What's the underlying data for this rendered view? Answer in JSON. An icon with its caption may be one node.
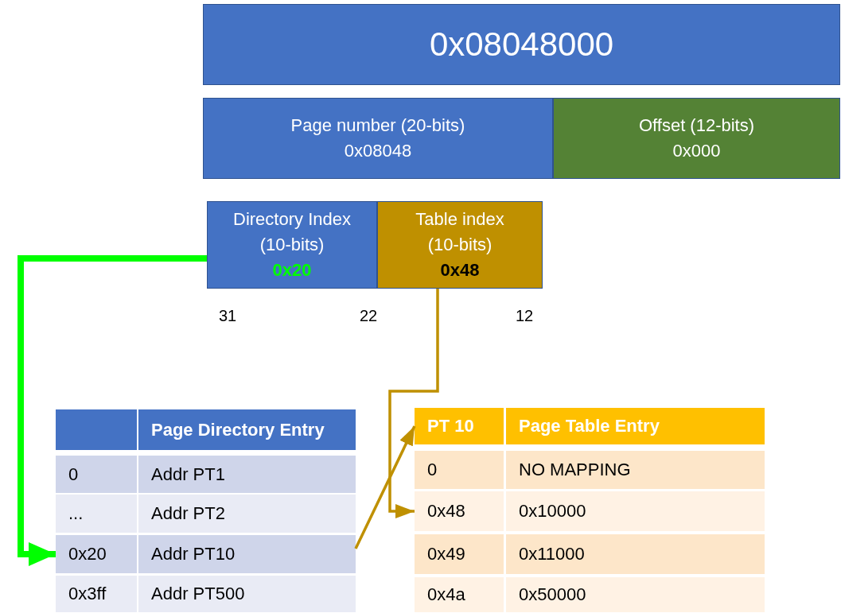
{
  "diagram": {
    "nodes": [
      {
        "text": [
          "0x08048000"
        ]
      },
      {
        "text": [
          "Page number (20-bits)",
          "0x08048"
        ]
      },
      {
        "text": [
          "Offset (12-bits)",
          "0x000"
        ]
      },
      {
        "text": [
          "Directory Index (10-bits)",
          "0x20"
        ]
      },
      {
        "text": [
          "Table index (10-bits)",
          "0x48"
        ]
      },
      {
        "text": [],
        "shape": "box"
      },
      {
        "text": [
          "Page Directory Entry"
        ]
      },
      {
        "text": [
          "0"
        ]
      },
      {
        "text": [
          "Addr PT1"
        ]
      },
      {
        "text": [
          "..."
        ]
      },
      {
        "text": [
          "Addr PT2"
        ]
      },
      {
        "text": [
          "0x20"
        ]
      },
      {
        "text": [
          "Addr PT10"
        ]
      },
      {
        "text": [
          "0x3ff"
        ]
      },
      {
        "text": [
          "Addr PT500"
        ]
      },
      {
        "text": [
          "PT 10"
        ]
      },
      {
        "text": [
          "Page Table Entry"
        ]
      },
      {
        "text": [
          "0"
        ]
      },
      {
        "text": [
          "NO MAPPING"
        ]
      },
      {
        "text": [
          "0x48"
        ]
      },
      {
        "text": [
          "0x10000"
        ]
      },
      {
        "text": [
          "0x49"
        ]
      },
      {
        "text": [
          "0x11000"
        ]
      },
      {
        "text": [
          "0x4a"
        ]
      },
      {
        "text": [
          "0x50000"
        ]
      }
    ],
    "edges": [
      {
        "from": 3,
        "to": 11,
        "arrow": "to",
        "style": "thick",
        "color": "#00ff00"
      },
      {
        "from": 4,
        "to": 19,
        "arrow": "to"
      },
      {
        "from": 12,
        "to": 15,
        "arrow": "to"
      }
    ],
    "labels": [
      "31",
      "22",
      "12"
    ]
  }
}
